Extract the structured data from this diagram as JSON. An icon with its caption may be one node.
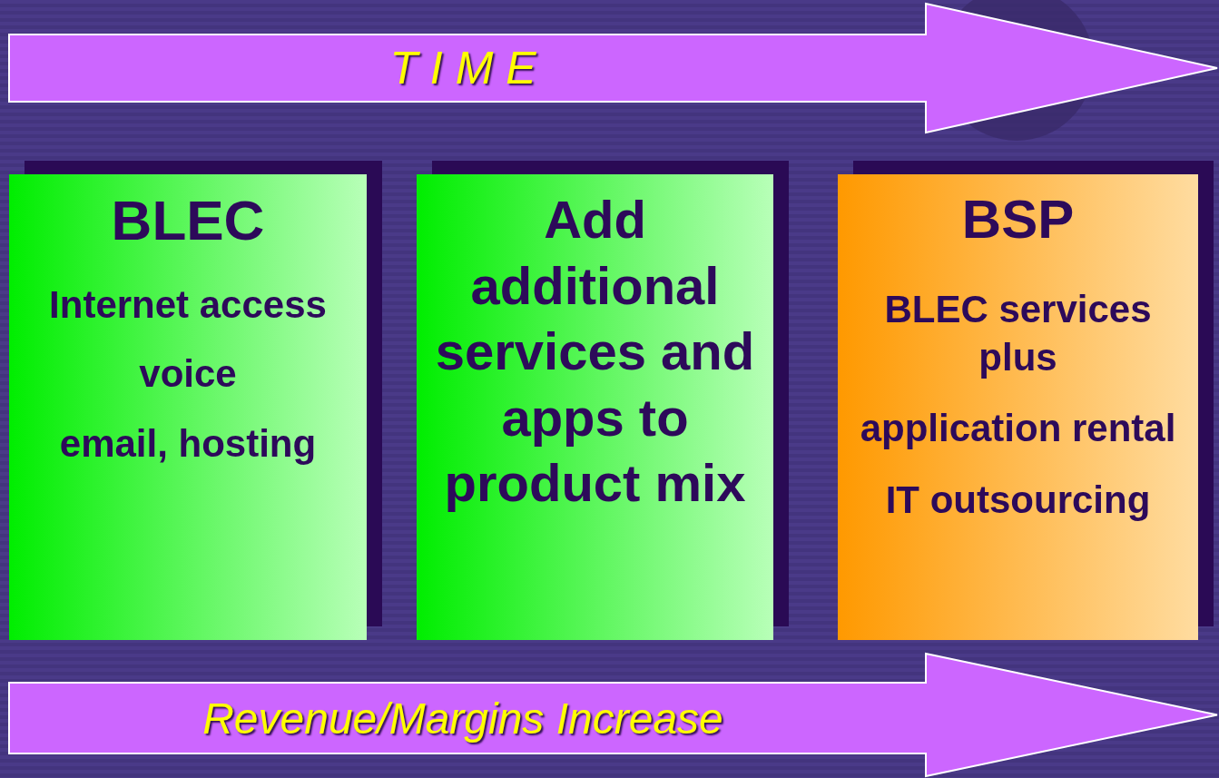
{
  "diagram": {
    "nodes": [
      {
        "text": [
          "T I M E"
        ]
      },
      {
        "text": [
          "BLEC",
          "Internet access",
          "voice",
          "email, hosting"
        ]
      },
      {
        "text": [
          "Add additional services and apps to product mix"
        ]
      },
      {
        "text": [
          "BSP",
          "BLEC services plus",
          "application rental",
          "IT outsourcing"
        ]
      },
      {
        "text": [
          "Revenue/Margins Increase"
        ]
      }
    ]
  }
}
